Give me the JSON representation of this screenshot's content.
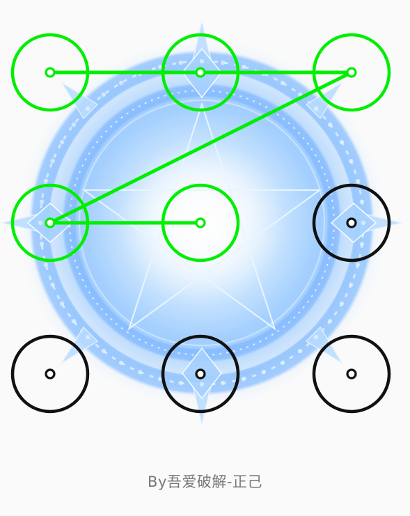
{
  "pattern": {
    "grid_size": 3,
    "selected_sequence": [
      1,
      2,
      3,
      4,
      5
    ],
    "states": [
      "selected",
      "selected",
      "selected",
      "selected",
      "selected",
      "idle",
      "idle",
      "idle",
      "idle"
    ]
  },
  "colors": {
    "selected": "#00ee00",
    "idle": "#111111",
    "magic_light": "#cfe6ff",
    "magic_mid": "#7fb8ff",
    "magic_deep": "#3f86ff",
    "background": "#fafafa",
    "credit_text": "#777777"
  },
  "credit": "By吾爱破解-正己",
  "icons": {
    "background_art": "magic-circle-icon"
  }
}
